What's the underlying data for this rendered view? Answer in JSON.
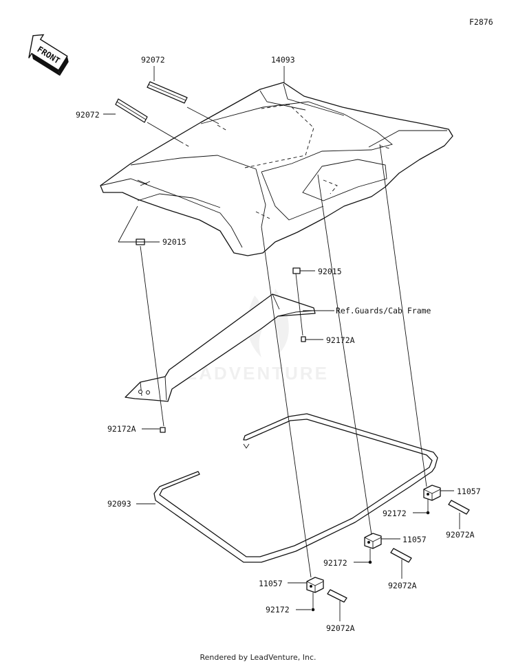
{
  "figure_code": "F2876",
  "front_label": "FRONT",
  "watermark": "LEADVENTURE",
  "callouts": {
    "roof_strap_top": "92072",
    "roof_strap_left": "92072",
    "roof_panel": "14093",
    "nut_left": "92015",
    "nut_right": "92015",
    "ref_note": "Ref.Guards/Cab Frame",
    "screw_upper": "92172A",
    "screw_lower_left": "92172A",
    "seal": "92093",
    "latch_right": "11057",
    "latch_middle": "11057",
    "latch_left": "11057",
    "screw_right": "92172",
    "screw_middle": "92172",
    "screw_left": "92172",
    "strap_right": "92072A",
    "strap_middle": "92072A",
    "strap_left": "92072A"
  },
  "footer": "Rendered by LeadVenture, Inc."
}
